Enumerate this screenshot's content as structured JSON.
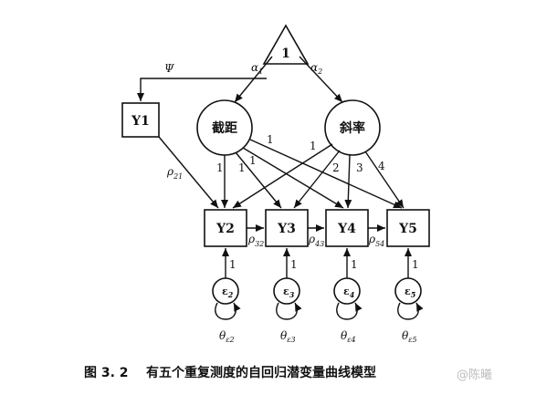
{
  "diagram": {
    "constant_node": {
      "label": "1"
    },
    "latent_intercept": {
      "label": "截距"
    },
    "latent_slope": {
      "label": "斜率"
    },
    "observed": [
      {
        "label": "Y1"
      },
      {
        "label": "Y2"
      },
      {
        "label": "Y3"
      },
      {
        "label": "Y4"
      },
      {
        "label": "Y5"
      }
    ],
    "residuals": [
      {
        "label": "ε",
        "sub": "2",
        "theta": "θ",
        "theta_sub": "ε2"
      },
      {
        "label": "ε",
        "sub": "3",
        "theta": "θ",
        "theta_sub": "ε3"
      },
      {
        "label": "ε",
        "sub": "4",
        "theta": "θ",
        "theta_sub": "ε4"
      },
      {
        "label": "ε",
        "sub": "5",
        "theta": "θ",
        "theta_sub": "ε5"
      }
    ],
    "path_labels": {
      "psi": "Ψ",
      "alpha1": "α",
      "alpha1_sub": "1",
      "alpha2": "α",
      "alpha2_sub": "2",
      "rho21": "ρ",
      "rho21_sub": "21",
      "rho32": "ρ",
      "rho32_sub": "32",
      "rho43": "ρ",
      "rho43_sub": "43",
      "rho54": "ρ",
      "rho54_sub": "54",
      "intercept_loadings": [
        "1",
        "1",
        "1",
        "1"
      ],
      "slope_loadings": [
        "1",
        "2",
        "3",
        "4"
      ],
      "residual_loadings": [
        "1",
        "1",
        "1",
        "1"
      ]
    }
  },
  "caption": {
    "figure_number": "图 3. 2",
    "title": "有五个重复测度的自回归潜变量曲线模型"
  },
  "watermark": "@陈曦"
}
